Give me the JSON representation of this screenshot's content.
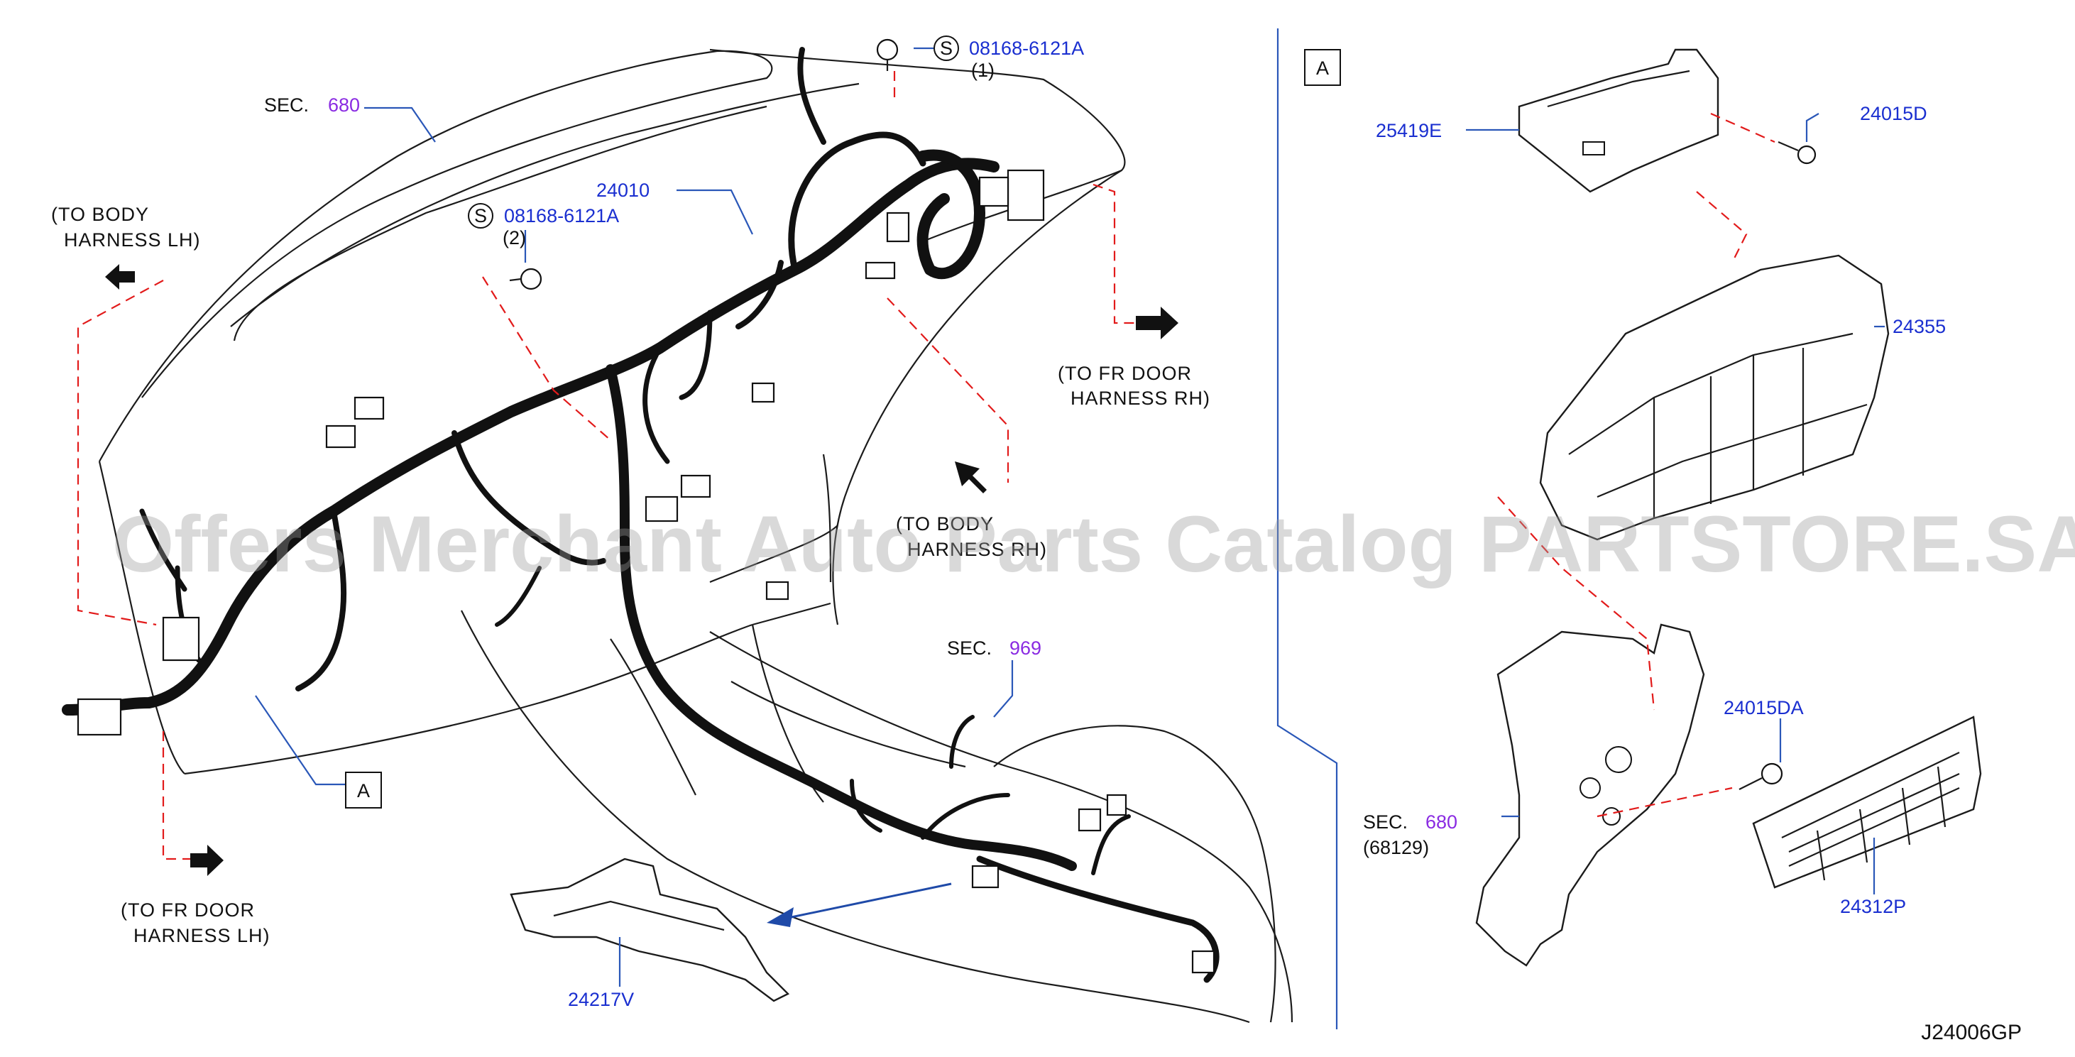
{
  "diagram": {
    "code": "J24006GP",
    "watermark": "Offers Merchant Auto Parts Catalog PARTSTORE.SA",
    "detail_box_label": "A",
    "colors": {
      "part_number": "#1a2fd0",
      "section": "#8a2be2",
      "leader": "#2a57b8",
      "dashed": "#e21b1b"
    }
  },
  "sections": [
    {
      "prefix": "SEC.",
      "number": "680"
    },
    {
      "prefix": "SEC.",
      "number": "969"
    },
    {
      "prefix": "SEC.",
      "number": "680",
      "sub": "(68129)"
    }
  ],
  "fasteners": [
    {
      "symbol": "S",
      "part_number": "08168-6121A",
      "qty": "(1)"
    },
    {
      "symbol": "S",
      "part_number": "08168-6121A",
      "qty": "(2)"
    }
  ],
  "parts": [
    "24010",
    "24217V",
    "25419E",
    "24015D",
    "24355",
    "24015DA",
    "24312P"
  ],
  "directions": [
    {
      "line1": "(TO  BODY",
      "line2": "HARNESS  LH)"
    },
    {
      "line1": "(TO  FR  DOOR",
      "line2": "HARNESS  RH)"
    },
    {
      "line1": "(TO  BODY",
      "line2": "HARNESS  RH)"
    },
    {
      "line1": "(TO  FR  DOOR",
      "line2": "HARNESS  LH)"
    }
  ],
  "callout_label": "A"
}
